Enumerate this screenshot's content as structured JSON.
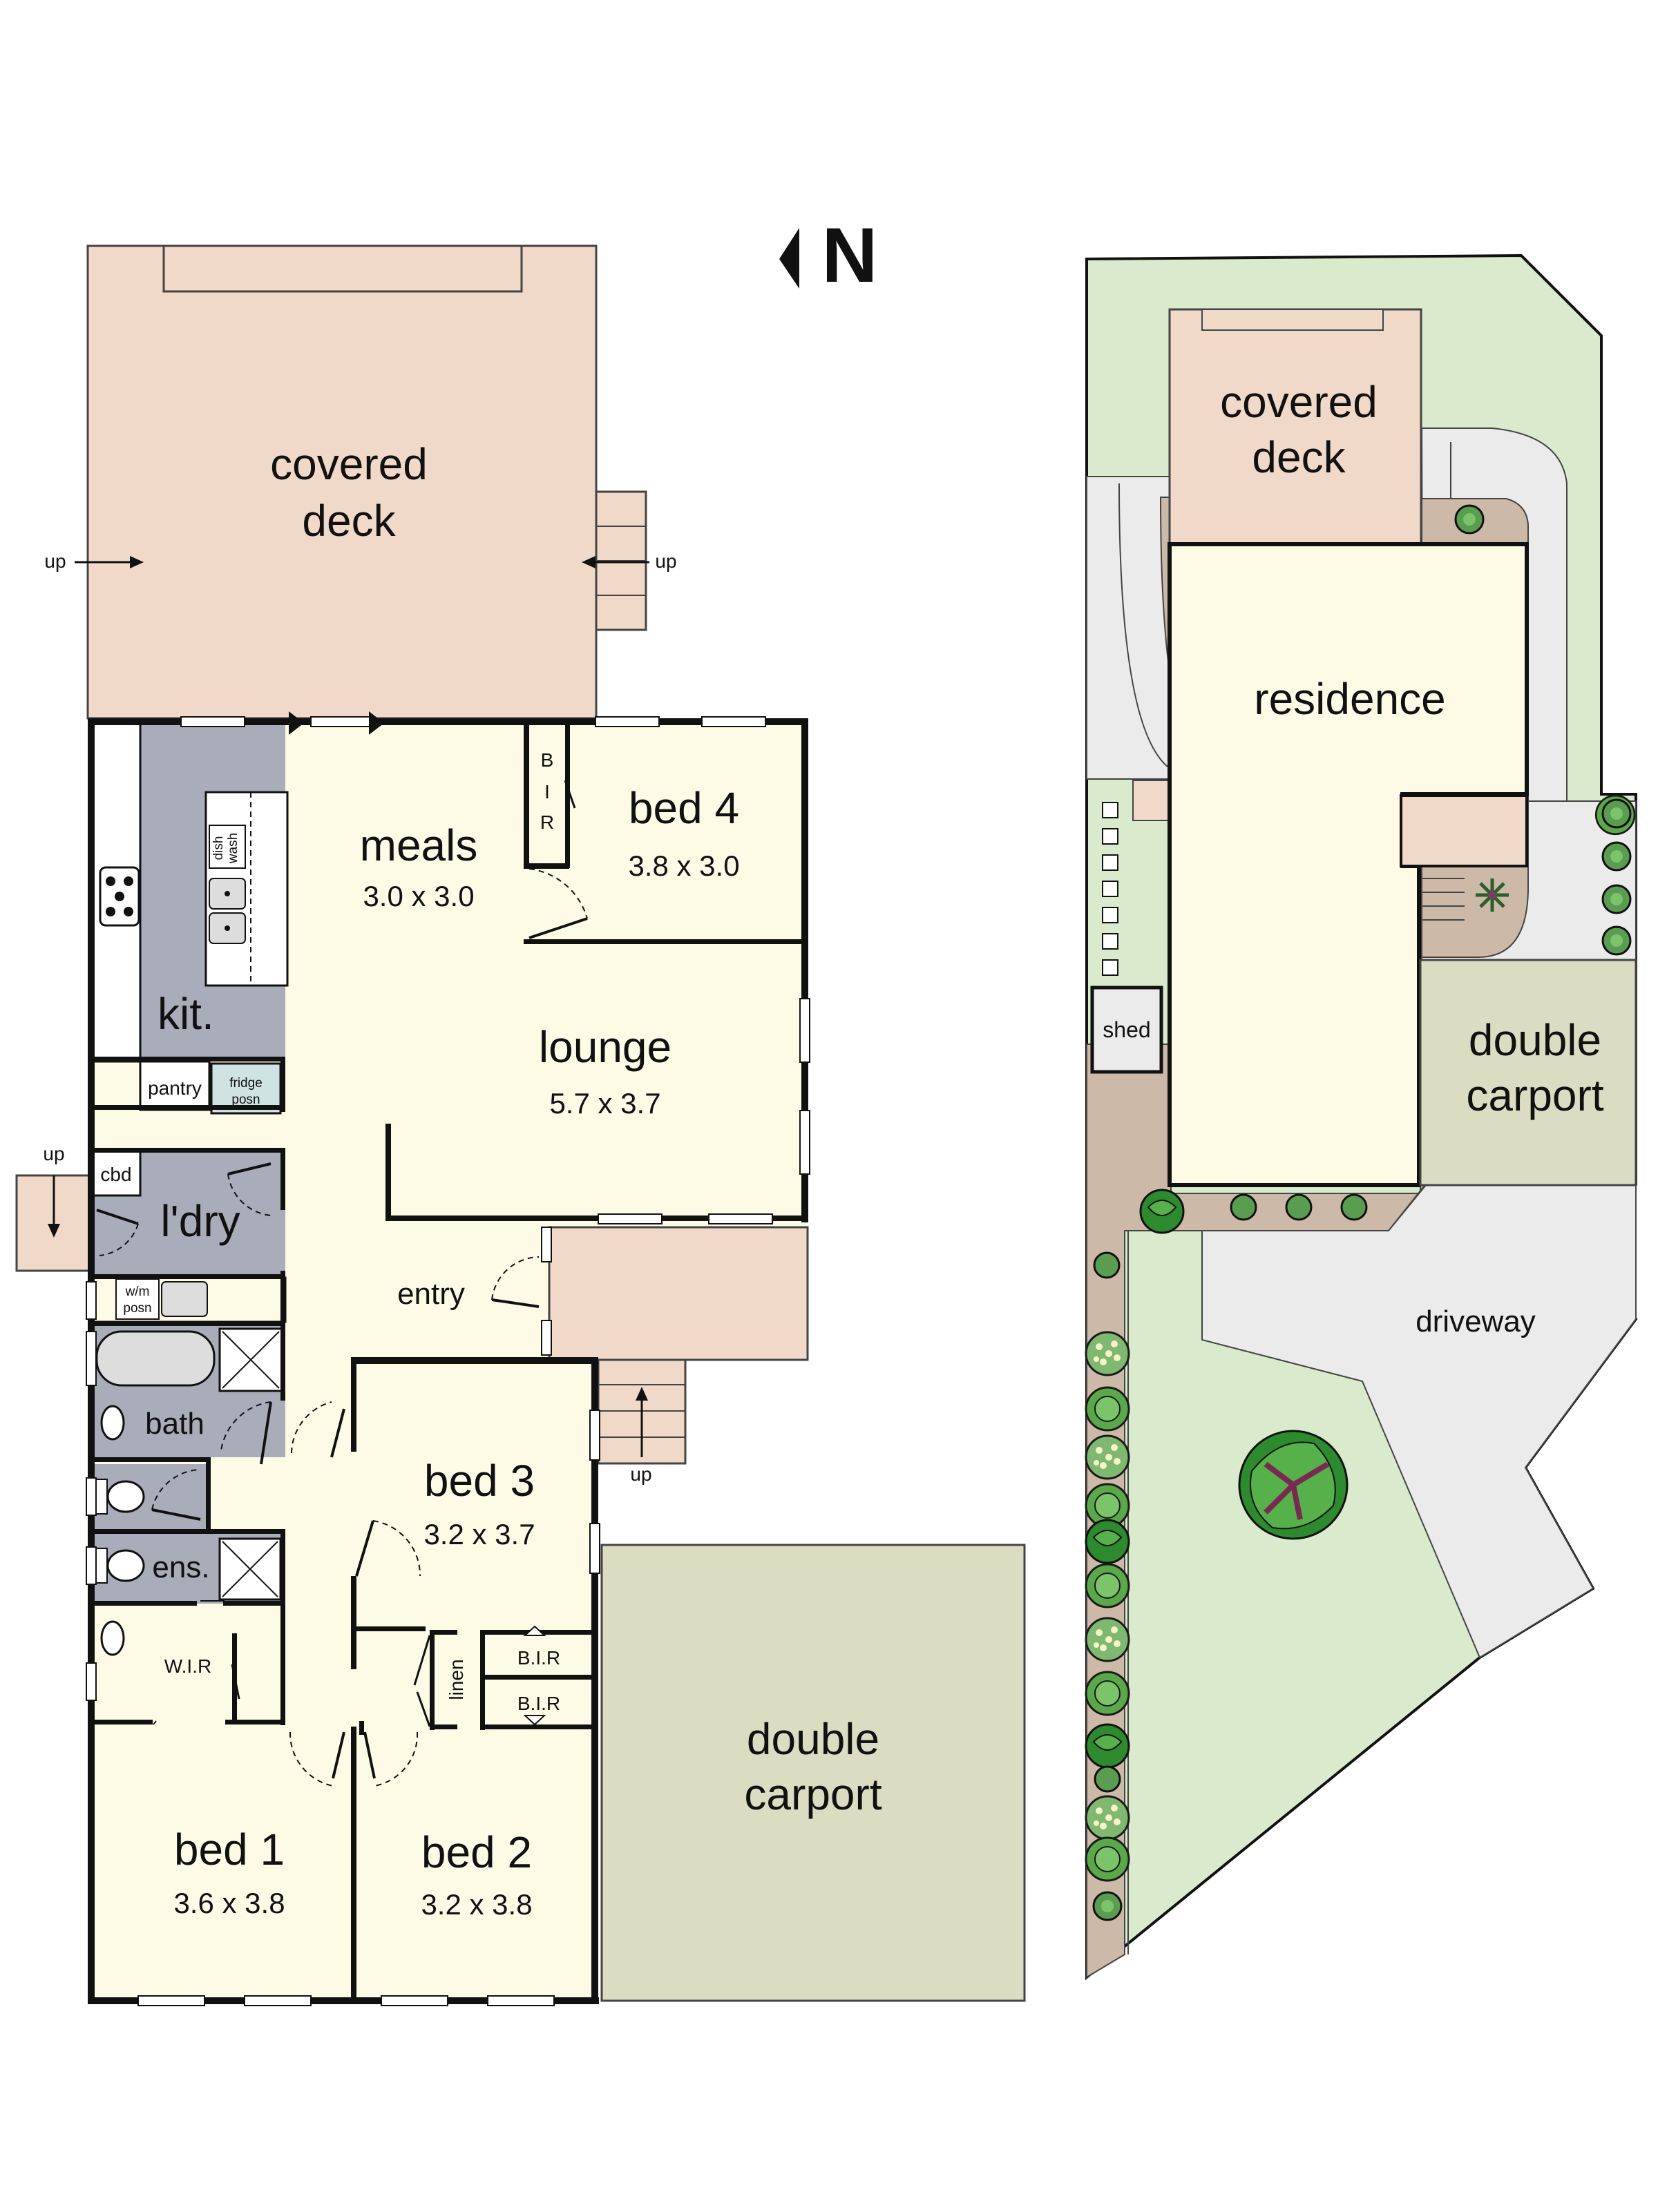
{
  "compass": {
    "label": "N"
  },
  "floorplan": {
    "covered_deck": [
      "covered",
      "deck"
    ],
    "up_labels": {
      "deck_left": "up",
      "deck_right": "up",
      "laundry": "up",
      "entry_steps": "up"
    },
    "meals": {
      "name": "meals",
      "dim": "3.0 x 3.0"
    },
    "bed4": {
      "name": "bed 4",
      "dim": "3.8 x 3.0"
    },
    "bir_vertical": [
      "B",
      "I",
      "R"
    ],
    "lounge": {
      "name": "lounge",
      "dim": "5.7 x 3.7"
    },
    "kitchen": {
      "name": "kit.",
      "dishwash": [
        "dish",
        "wash"
      ],
      "pantry": "pantry",
      "fridge": [
        "fridge",
        "posn"
      ]
    },
    "cbd": "cbd",
    "laundry": {
      "name": "l'dry",
      "wm": [
        "w/m",
        "posn"
      ]
    },
    "entry": "entry",
    "bath": "bath",
    "ensuite": "ens.",
    "wir": "W.I.R",
    "bed3": {
      "name": "bed 3",
      "dim": "3.2 x 3.7"
    },
    "linen": "linen",
    "bir1": "B.I.R",
    "bir2": "B.I.R",
    "bed1": {
      "name": "bed 1",
      "dim": "3.6 x 3.8"
    },
    "bed2": {
      "name": "bed 2",
      "dim": "3.2 x 3.8"
    },
    "carport": [
      "double",
      "carport"
    ]
  },
  "siteplan": {
    "covered_deck": [
      "covered",
      "deck"
    ],
    "residence": "residence",
    "shed": "shed",
    "carport": [
      "double",
      "carport"
    ],
    "driveway": "driveway"
  },
  "colors": {
    "deck": "#f0d9c8",
    "room": "#fdfbe6",
    "wet": "#a9acb9",
    "carport": "#dcdcc3",
    "lawn": "#d9ebcc",
    "paving": "#ebebeb",
    "garden_bed": "#cdb9a8",
    "wall": "#111111"
  }
}
